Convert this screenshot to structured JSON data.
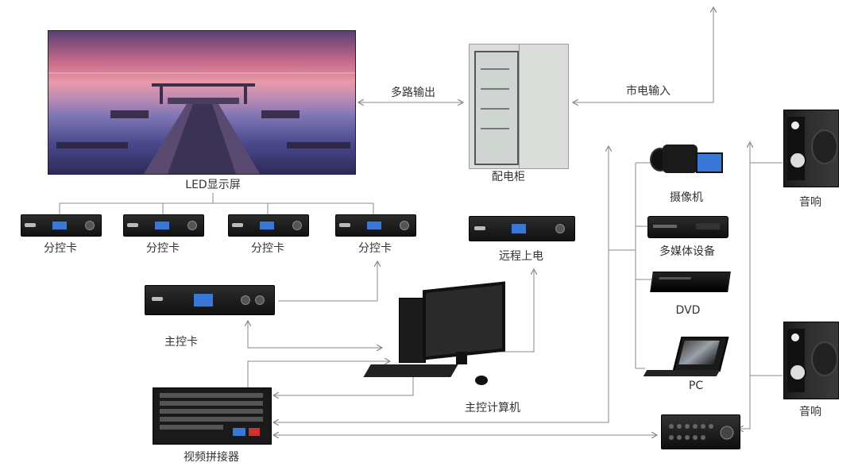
{
  "diagram": {
    "labels": {
      "led_screen": "LED显示屏",
      "sub_card_1": "分控卡",
      "sub_card_2": "分控卡",
      "sub_card_3": "分控卡",
      "sub_card_4": "分控卡",
      "main_card": "主控卡",
      "video_splicer": "视频拼接器",
      "main_computer": "主控计算机",
      "distribution_cabinet": "配电柜",
      "remote_power": "远程上电",
      "multi_output": "多路输出",
      "mains_input": "市电输入",
      "camera": "摄像机",
      "multimedia_device": "多媒体设备",
      "dvd": "DVD",
      "pc": "PC",
      "speaker_top": "音响",
      "speaker_bottom": "音响"
    },
    "colors": {
      "line": "#8a8a8a",
      "device_dark": "#1a1a1a",
      "screen_blue": "#3a78d8",
      "cabinet": "#d9dcd9"
    }
  }
}
